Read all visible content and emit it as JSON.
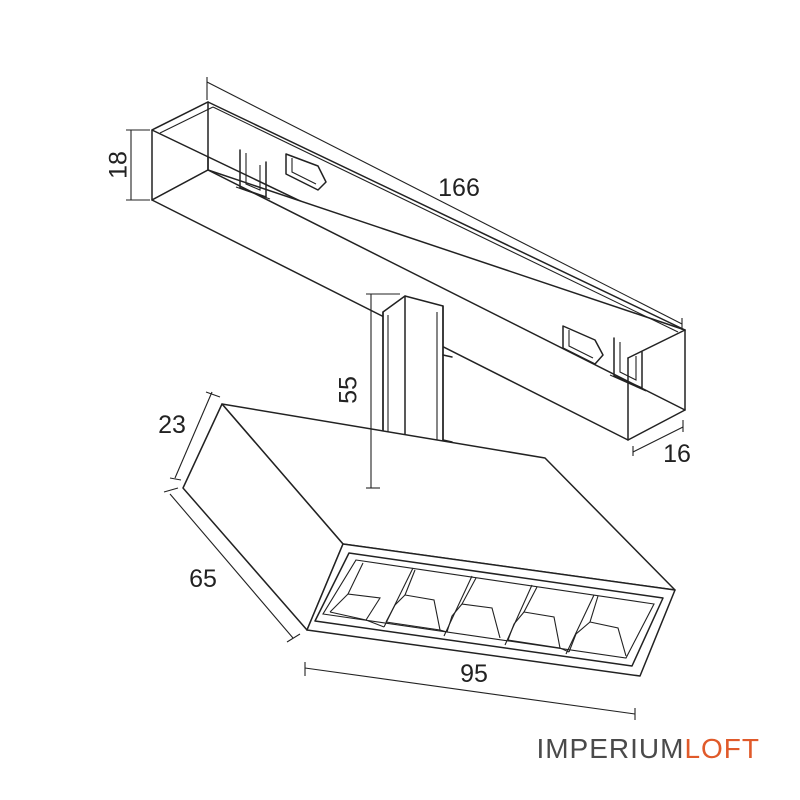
{
  "dimensions": {
    "rail_height": "18",
    "rail_length": "166",
    "stem_height": "55",
    "rail_width": "16",
    "head_depth": "23",
    "head_length": "65",
    "head_width": "95"
  },
  "brand": {
    "part1": "IMPERIUM",
    "part2": "LOFT",
    "color1": "#4a4a4a",
    "color2": "#e05a2a"
  },
  "colors": {
    "line": "#222222",
    "background": "#ffffff"
  }
}
